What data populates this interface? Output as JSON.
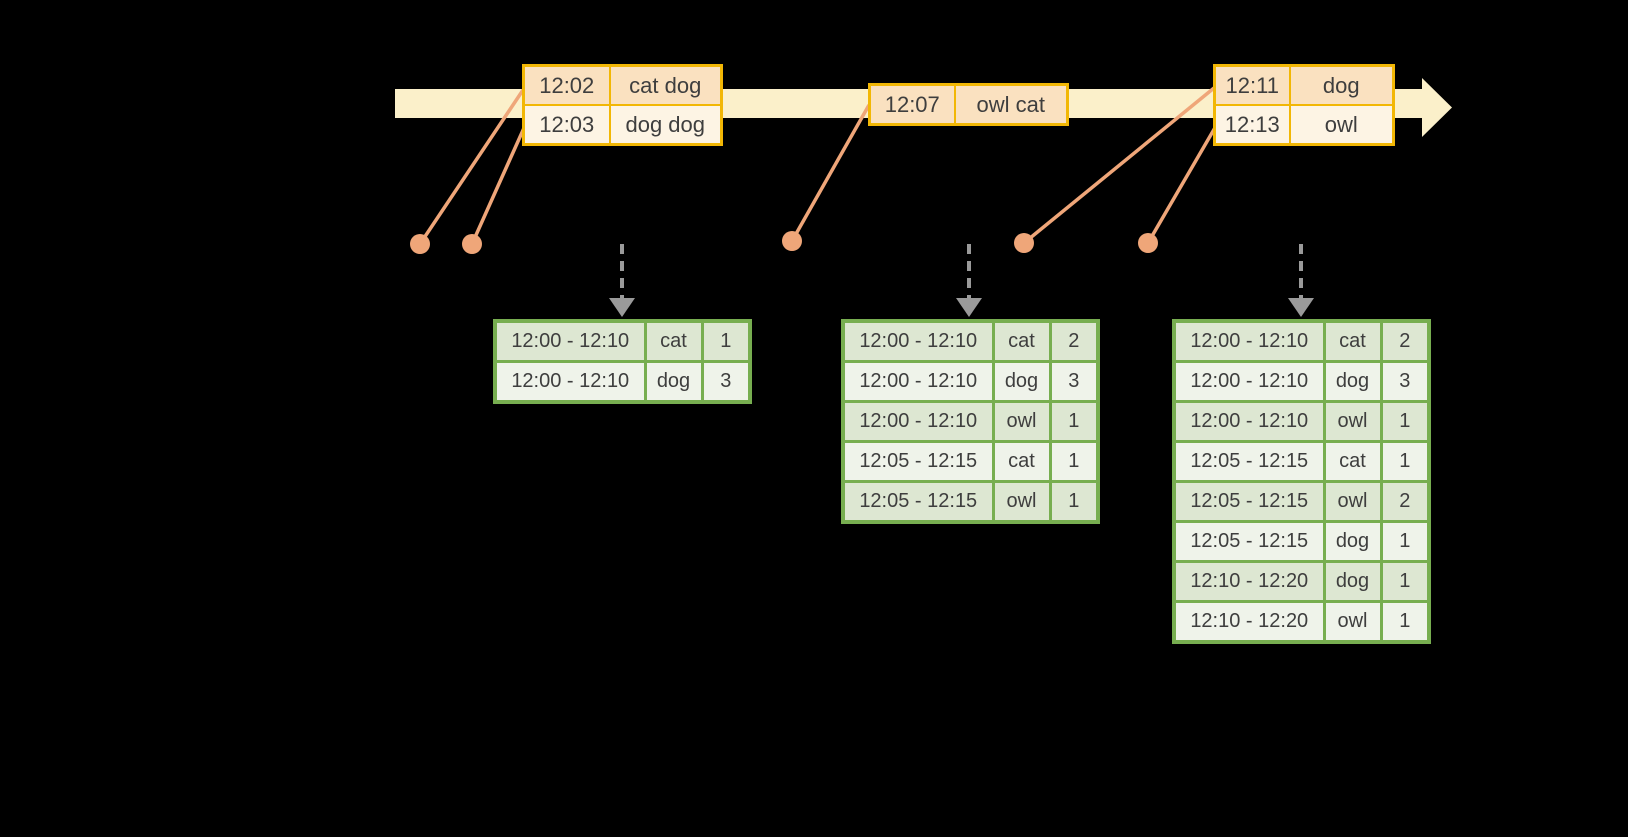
{
  "colors": {
    "background": "#000000",
    "timeline-fill": "#FBF0CA",
    "event-border": "#F2B705",
    "event-row-dark": "#FAE1C0",
    "event-row-light": "#FDF4E4",
    "connector": "#EFA679",
    "trigger-arrow": "#9A9A9A",
    "result-border": "#77AE50",
    "result-row-dark": "#DDE7D2",
    "result-row-light": "#EFF3EA",
    "text": "#3E3E3E"
  },
  "icons": {
    "timeline": "arrow-right-icon",
    "event_marker": "dot-icon",
    "trigger": "dashed-arrow-down-icon"
  },
  "event_tables": [
    {
      "rows": [
        {
          "time": "12:02",
          "words": "cat dog"
        },
        {
          "time": "12:03",
          "words": "dog dog"
        }
      ]
    },
    {
      "rows": [
        {
          "time": "12:07",
          "words": "owl cat"
        }
      ]
    },
    {
      "rows": [
        {
          "time": "12:11",
          "words": "dog"
        },
        {
          "time": "12:13",
          "words": "owl"
        }
      ]
    }
  ],
  "result_tables": [
    {
      "rows": [
        {
          "window": "12:00 - 12:10",
          "word": "cat",
          "count": "1"
        },
        {
          "window": "12:00 - 12:10",
          "word": "dog",
          "count": "3"
        }
      ]
    },
    {
      "rows": [
        {
          "window": "12:00 - 12:10",
          "word": "cat",
          "count": "2"
        },
        {
          "window": "12:00 - 12:10",
          "word": "dog",
          "count": "3"
        },
        {
          "window": "12:00 - 12:10",
          "word": "owl",
          "count": "1"
        },
        {
          "window": "12:05 - 12:15",
          "word": "cat",
          "count": "1"
        },
        {
          "window": "12:05 - 12:15",
          "word": "owl",
          "count": "1"
        }
      ]
    },
    {
      "rows": [
        {
          "window": "12:00 - 12:10",
          "word": "cat",
          "count": "2"
        },
        {
          "window": "12:00 - 12:10",
          "word": "dog",
          "count": "3"
        },
        {
          "window": "12:00 - 12:10",
          "word": "owl",
          "count": "1"
        },
        {
          "window": "12:05 - 12:15",
          "word": "cat",
          "count": "1"
        },
        {
          "window": "12:05 - 12:15",
          "word": "owl",
          "count": "2"
        },
        {
          "window": "12:05 - 12:15",
          "word": "dog",
          "count": "1"
        },
        {
          "window": "12:10 - 12:20",
          "word": "dog",
          "count": "1"
        },
        {
          "window": "12:10 - 12:20",
          "word": "owl",
          "count": "1"
        }
      ]
    }
  ]
}
